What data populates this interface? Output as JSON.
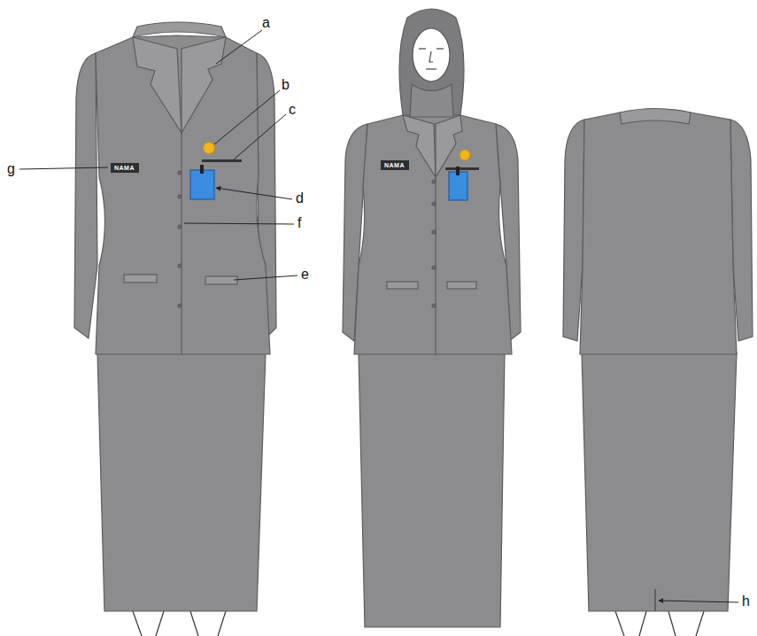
{
  "diagram": {
    "nodes": [
      {
        "text": [
          "NAMA"
        ]
      },
      {
        "text": [
          "NAMA"
        ]
      }
    ],
    "labels": [
      "a",
      "b",
      "c",
      "g",
      "d",
      "f",
      "e",
      "h"
    ]
  }
}
